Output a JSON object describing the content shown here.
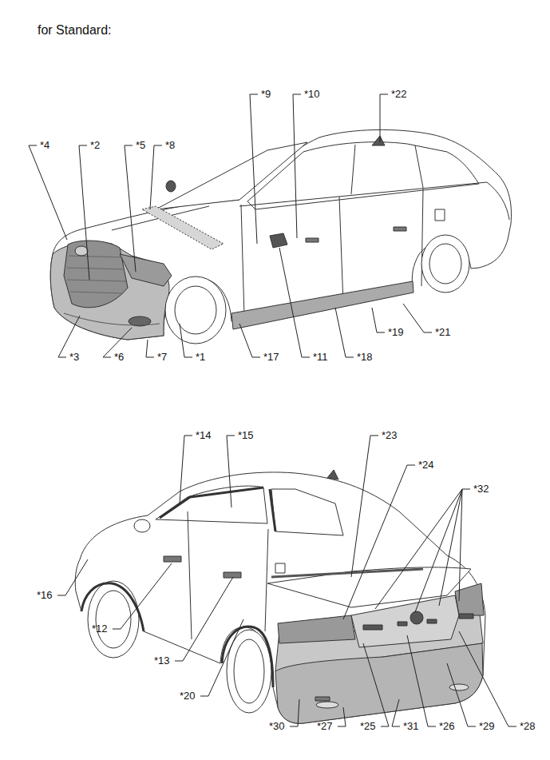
{
  "diagram": {
    "title": "for Standard:",
    "labels": [
      "*9",
      "*10",
      "*22",
      "*4",
      "*2",
      "*5",
      "*8",
      "*19",
      "*21",
      "*3",
      "*6",
      "*7",
      "*1",
      "*17",
      "*11",
      "*18",
      "*14",
      "*15",
      "*23",
      "*24",
      "*32",
      "*16",
      "*12",
      "*13",
      "*20",
      "*30",
      "*27",
      "*25",
      "*31",
      "*26",
      "*29",
      "*28"
    ]
  }
}
